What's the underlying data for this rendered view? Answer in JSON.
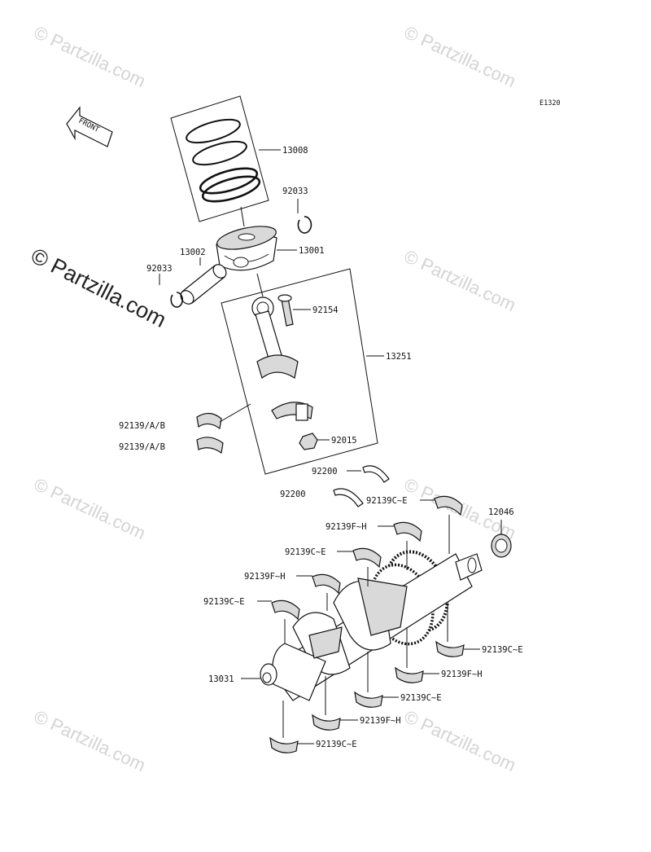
{
  "diagram": {
    "code": "E1320",
    "front_arrow_label": "FRONT",
    "watermark_main": "© Partzilla.com",
    "watermark_faint": "© Partzilla.com"
  },
  "labels": {
    "13008": "13008",
    "92033_top": "92033",
    "13001": "13001",
    "13002": "13002",
    "92033_left": "92033",
    "92154": "92154",
    "13251": "13251",
    "92139AB_1": "92139/A/B",
    "92139AB_2": "92139/A/B",
    "92015": "92015",
    "92200_1": "92200",
    "92200_2": "92200",
    "92139CE_top": "92139C~E",
    "12046": "12046",
    "92139FH_1": "92139F~H",
    "92139CE_2": "92139C~E",
    "92139FH_2": "92139F~H",
    "92139CE_3": "92139C~E",
    "13031": "13031",
    "92139CE_r1": "92139C~E",
    "92139FH_r1": "92139F~H",
    "92139CE_r2": "92139C~E",
    "92139FH_r2": "92139F~H",
    "92139CE_r3": "92139C~E"
  }
}
